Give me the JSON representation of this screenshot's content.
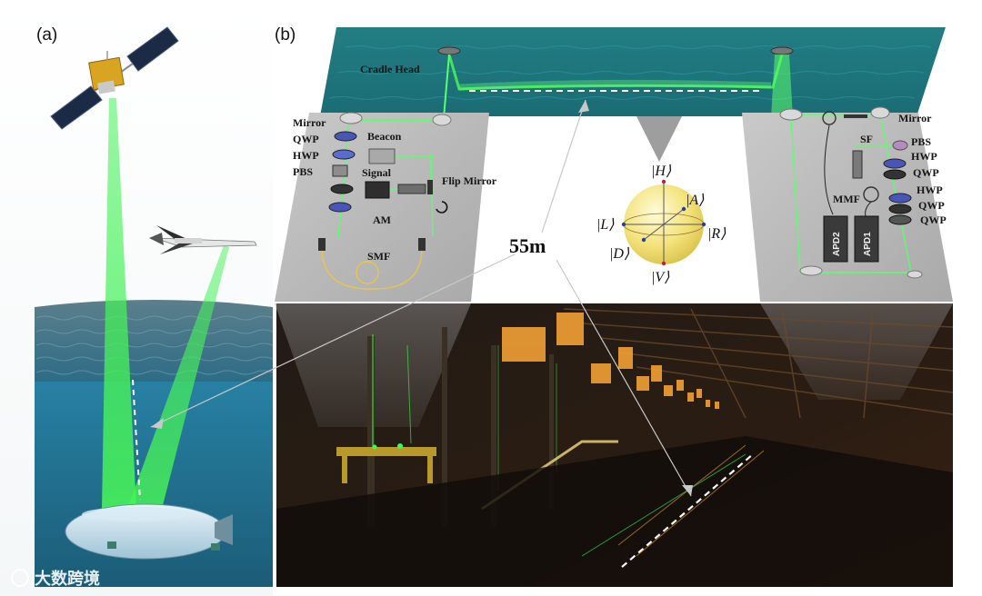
{
  "panels": {
    "a": "(a)",
    "b": "(b)"
  },
  "distance_label": "55m",
  "left_setup": {
    "cradle_head": "Cradle Head",
    "mirror": "Mirror",
    "qwp": "QWP",
    "hwp": "HWP",
    "pbs": "PBS",
    "beacon": "Beacon",
    "signal": "Signal",
    "flip_mirror": "Flip Mirror",
    "am": "AM",
    "smf": "SMF"
  },
  "right_setup": {
    "mirror": "Mirror",
    "sf": "SF",
    "pbs": "PBS",
    "hwp_1": "HWP",
    "qwp_1": "QWP",
    "mmf": "MMF",
    "hwp_2": "HWP",
    "qwp_2": "QWP",
    "qwp_3": "QWP",
    "apd2": "APD2",
    "apd1": "APD1"
  },
  "bloch_sphere": {
    "H": "|H⟩",
    "V": "|V⟩",
    "A": "|A⟩",
    "D": "|D⟩",
    "L": "|L⟩",
    "R": "|R⟩"
  },
  "watermark": "大数跨境",
  "colors": {
    "laser": "#38e84a",
    "water_top": "#1f8a8a",
    "sea_deep": "#1e6f8d",
    "panel_grey": "#b9b9b9",
    "hall_dark": "#1a1410",
    "window_orange": "#f2a035",
    "bloch_yellow": "#f3e27a"
  }
}
